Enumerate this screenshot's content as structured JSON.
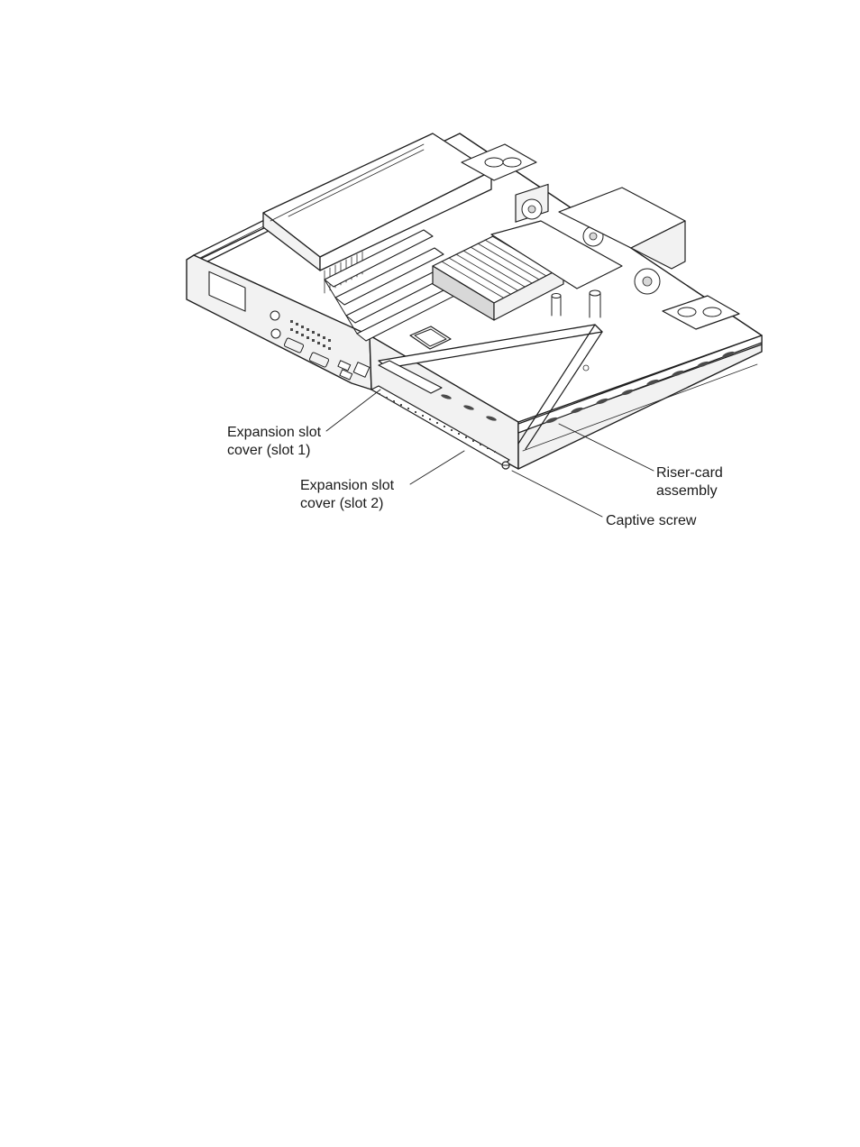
{
  "figure": {
    "subject": "server chassis interior, isometric line drawing",
    "callouts": {
      "slot1_cover": {
        "line1": "Expansion slot",
        "line2": "cover (slot 1)"
      },
      "slot2_cover": {
        "line1": "Expansion slot",
        "line2": "cover (slot 2)"
      },
      "riser_card": {
        "line1": "Riser-card",
        "line2": "assembly"
      },
      "captive_screw": {
        "line1": "Captive screw"
      }
    }
  }
}
